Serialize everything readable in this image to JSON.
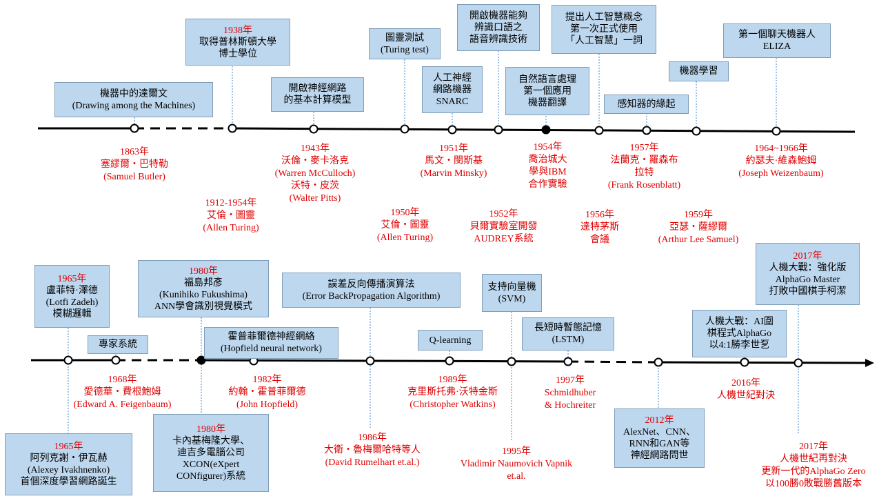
{
  "colors": {
    "box_fill": "#bdd7ee",
    "box_border": "#7f9db9",
    "label_red": "#e00000",
    "axis": "#000000",
    "connector": "#5b9bd5"
  },
  "top": {
    "boxes": {
      "b1": {
        "body": "機器中的達爾文\n(Drawing among the Machines)"
      },
      "b2": {
        "year": "1938年",
        "body": "取得普林斯頓大學\n博士學位"
      },
      "b3": {
        "body": "開啟神經網路\n的基本計算模型"
      },
      "b4": {
        "body": "圖靈測試\n(Turing test)"
      },
      "b5": {
        "body": "人工神經\n網路機器\nSNARC"
      },
      "b6": {
        "body": "開啟機器能夠\n辨識口語之\n語音辨識技術"
      },
      "b7": {
        "body": "自然語言處理\n第一個應用\n機器翻譯"
      },
      "b8": {
        "body": "提出人工智慧概念\n第一次正式使用\n「人工智慧」一詞"
      },
      "b9": {
        "body": "感知器的緣起"
      },
      "b10": {
        "body": "機器學習"
      },
      "b11": {
        "body": "第一個聊天機器人\nELIZA"
      }
    },
    "labels": {
      "l1": "1863年\n塞繆爾・巴特勒\n(Samuel Butler)",
      "l2": "1912-1954年\n艾倫・圖靈\n(Allen Turing)",
      "l3": "1943年\n沃倫・麥卡洛克\n(Warren McCulloch)\n沃特・皮茨\n(Walter Pitts)",
      "l4": "1950年\n艾倫・圖靈\n(Allen Turing)",
      "l5": "1951年\n馬文・閔斯基\n(Marvin Minsky)",
      "l6": "1952年\n貝爾實驗室開發\nAUDREY系統",
      "l7": "1954年\n喬治城大\n學與IBM\n合作實驗",
      "l8": "1956年\n達特茅斯\n會議",
      "l9": "1957年\n法蘭克・羅森布\n拉特\n(Frank Rosenblatt)",
      "l10": "1959年\n亞瑟・薩繆爾\n(Arthur Lee Samuel)",
      "l11": "1964~1966年\n約瑟夫·維森鮑姆\n(Joseph Weizenbaum)"
    }
  },
  "bottom": {
    "boxes": {
      "c1": {
        "year": "1965年",
        "body": "盧菲特·澤德\n(Lotfi Zadeh)\n模糊邏輯"
      },
      "c2": {
        "body": "專家系統"
      },
      "c3": {
        "year": "1980年",
        "body": "福島邦彥\n(Kunihiko Fukushima)\nANN學會識別視覺模式"
      },
      "c4": {
        "body": "霍普菲爾德神經網絡\n(Hopfield neural network)"
      },
      "c5": {
        "body": "誤差反向傳播演算法\n(Error BackPropagation Algorithm)"
      },
      "c6": {
        "body": "Q-learning"
      },
      "c7": {
        "body": "支持向量機\n(SVM)"
      },
      "c8": {
        "body": "長短時暫態記憶\n(LSTM)"
      },
      "c9": {
        "body": "人機大戰：AI圍\n棋程式AlphaGo\n以4:1勝李世乭"
      },
      "c10": {
        "year": "2017年",
        "body": "人機大戰：強化版\nAlphaGo Master\n打敗中國棋手柯潔"
      },
      "c11": {
        "year": "1965年",
        "body": "阿列克謝・伊瓦赫\n(Alexey Ivakhnenko)\n首個深度學習網路誕生"
      },
      "c12": {
        "year": "1980年",
        "body": "卡內基梅隆大學、\n迪吉多電腦公司\nXCON(eXpert\nCONfigurer)系統"
      },
      "c13": {
        "year": "2012年",
        "body": "AlexNet、CNN、\nRNN和GAN等\n神經網路問世"
      }
    },
    "labels": {
      "m1": "1968年\n愛德華・費根鮑姆\n(Edward A. Feigenbaum)",
      "m2": "1982年\n約翰・霍普菲爾德\n(John Hopfield)",
      "m3": "1986年\n大衛・魯梅爾哈特等人\n(David Rumelhart et.al.)",
      "m4": "1989年\n克里斯托弗·沃特金斯\n(Christopher Watkins)",
      "m5": "1995年\nVladimir Naumovich Vapnik\net.al.",
      "m6": "1997年\nSchmidhuber\n& Hochreiter",
      "m7": "2016年\n人機世紀對決",
      "m8": "2017年\n人機世紀再對決\n更新一代的AlphaGo Zero\n以100勝0敗戰勝舊版本"
    }
  }
}
